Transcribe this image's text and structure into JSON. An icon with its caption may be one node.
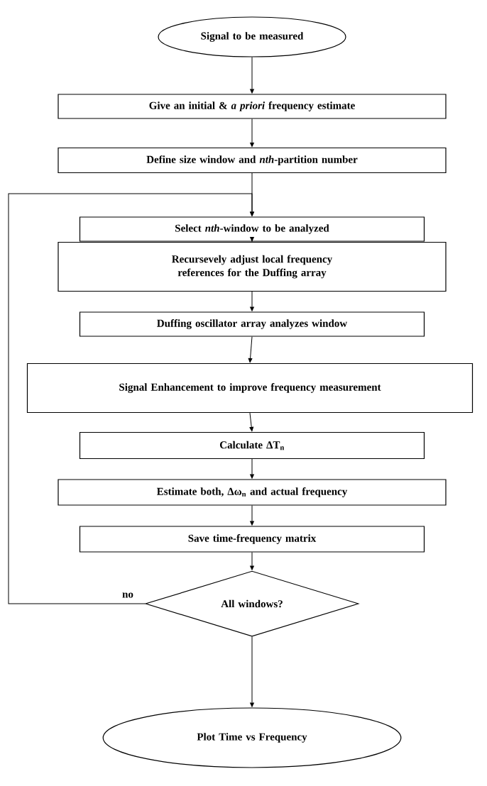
{
  "diagram": {
    "nodes": [
      {
        "text": [
          "Signal to be measured"
        ]
      },
      {
        "text": [
          "Give an initial & *a priori* frequency estimate"
        ]
      },
      {
        "text": [
          "Define size window and *nth*-partition number"
        ]
      },
      {
        "text": [
          "Select *nth*-window to be analyzed"
        ]
      },
      {
        "text": [
          "Recursevely adjust local frequency references for the Duffing array"
        ]
      },
      {
        "text": [
          "Duffing oscillator array analyzes window"
        ]
      },
      {
        "text": [
          "Signal Enhancement to improve frequency measurement"
        ]
      },
      {
        "text": [
          "Calculate  ΔT$_{n}$"
        ]
      },
      {
        "text": [
          "Estimate both, Δω$_{n}$ and actual frequency"
        ]
      },
      {
        "text": [
          "Save time-frequency matrix"
        ]
      },
      {
        "text": [
          "All windows?"
        ]
      },
      {
        "text": [
          "Plot Time vs  Frequency"
        ]
      }
    ],
    "edges": [
      {
        "from": 0,
        "to": 1,
        "arrow": "to"
      },
      {
        "from": 1,
        "to": 2,
        "arrow": "to"
      },
      {
        "from": 2,
        "to": 3,
        "arrow": "to"
      },
      {
        "from": 3,
        "to": 4,
        "arrow": "to"
      },
      {
        "from": 4,
        "to": 5,
        "arrow": "to"
      },
      {
        "from": 5,
        "to": 6,
        "arrow": "to"
      },
      {
        "from": 6,
        "to": 7,
        "arrow": "to"
      },
      {
        "from": 7,
        "to": 8,
        "arrow": "to"
      },
      {
        "from": 8,
        "to": 9,
        "arrow": "to"
      },
      {
        "from": 9,
        "to": 10,
        "arrow": "to"
      },
      {
        "from": 10,
        "to": 3,
        "arrow": "to",
        "label": "no"
      },
      {
        "from": 10,
        "to": 11,
        "arrow": "to"
      }
    ]
  }
}
